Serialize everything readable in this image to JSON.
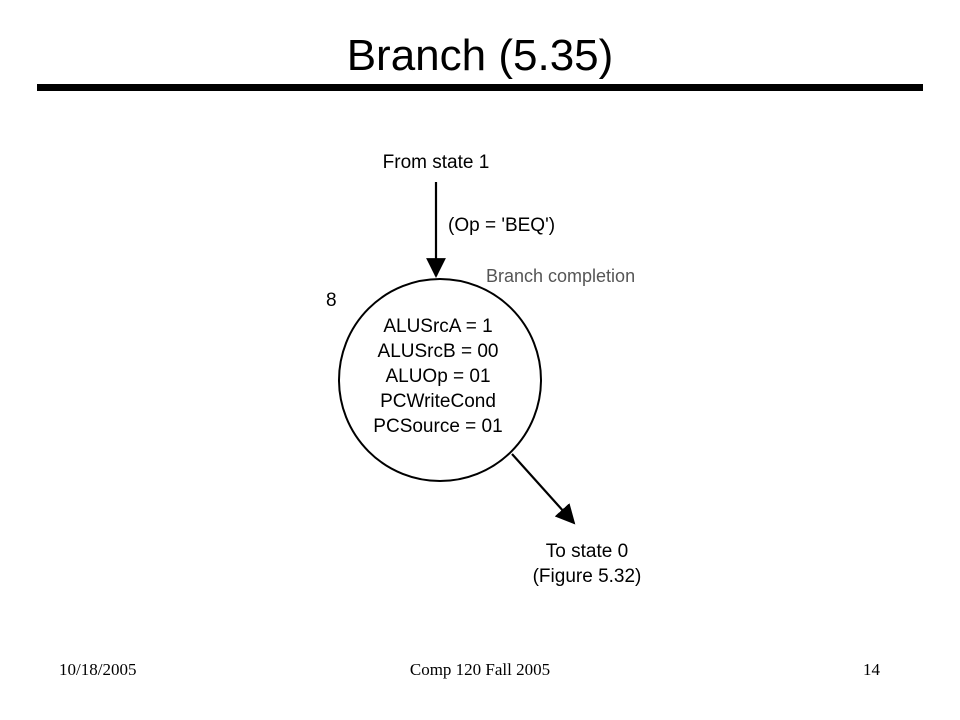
{
  "slide": {
    "title": "Branch (5.35)",
    "footer_date": "10/18/2005",
    "footer_course": "Comp 120 Fall 2005",
    "footer_page": "14"
  },
  "diagram": {
    "incoming_label": "From state 1",
    "transition_condition": "(Op = 'BEQ')",
    "state_caption": "Branch completion",
    "state_number": "8",
    "state_signals": [
      "ALUSrcA = 1",
      "ALUSrcB = 00",
      "ALUOp = 01",
      "PCWriteCond",
      "PCSource = 01"
    ],
    "outgoing_label_line1": "To state 0",
    "outgoing_label_line2": "(Figure 5.32)",
    "colors": {
      "ink": "#000000",
      "caption": "#555555"
    }
  }
}
